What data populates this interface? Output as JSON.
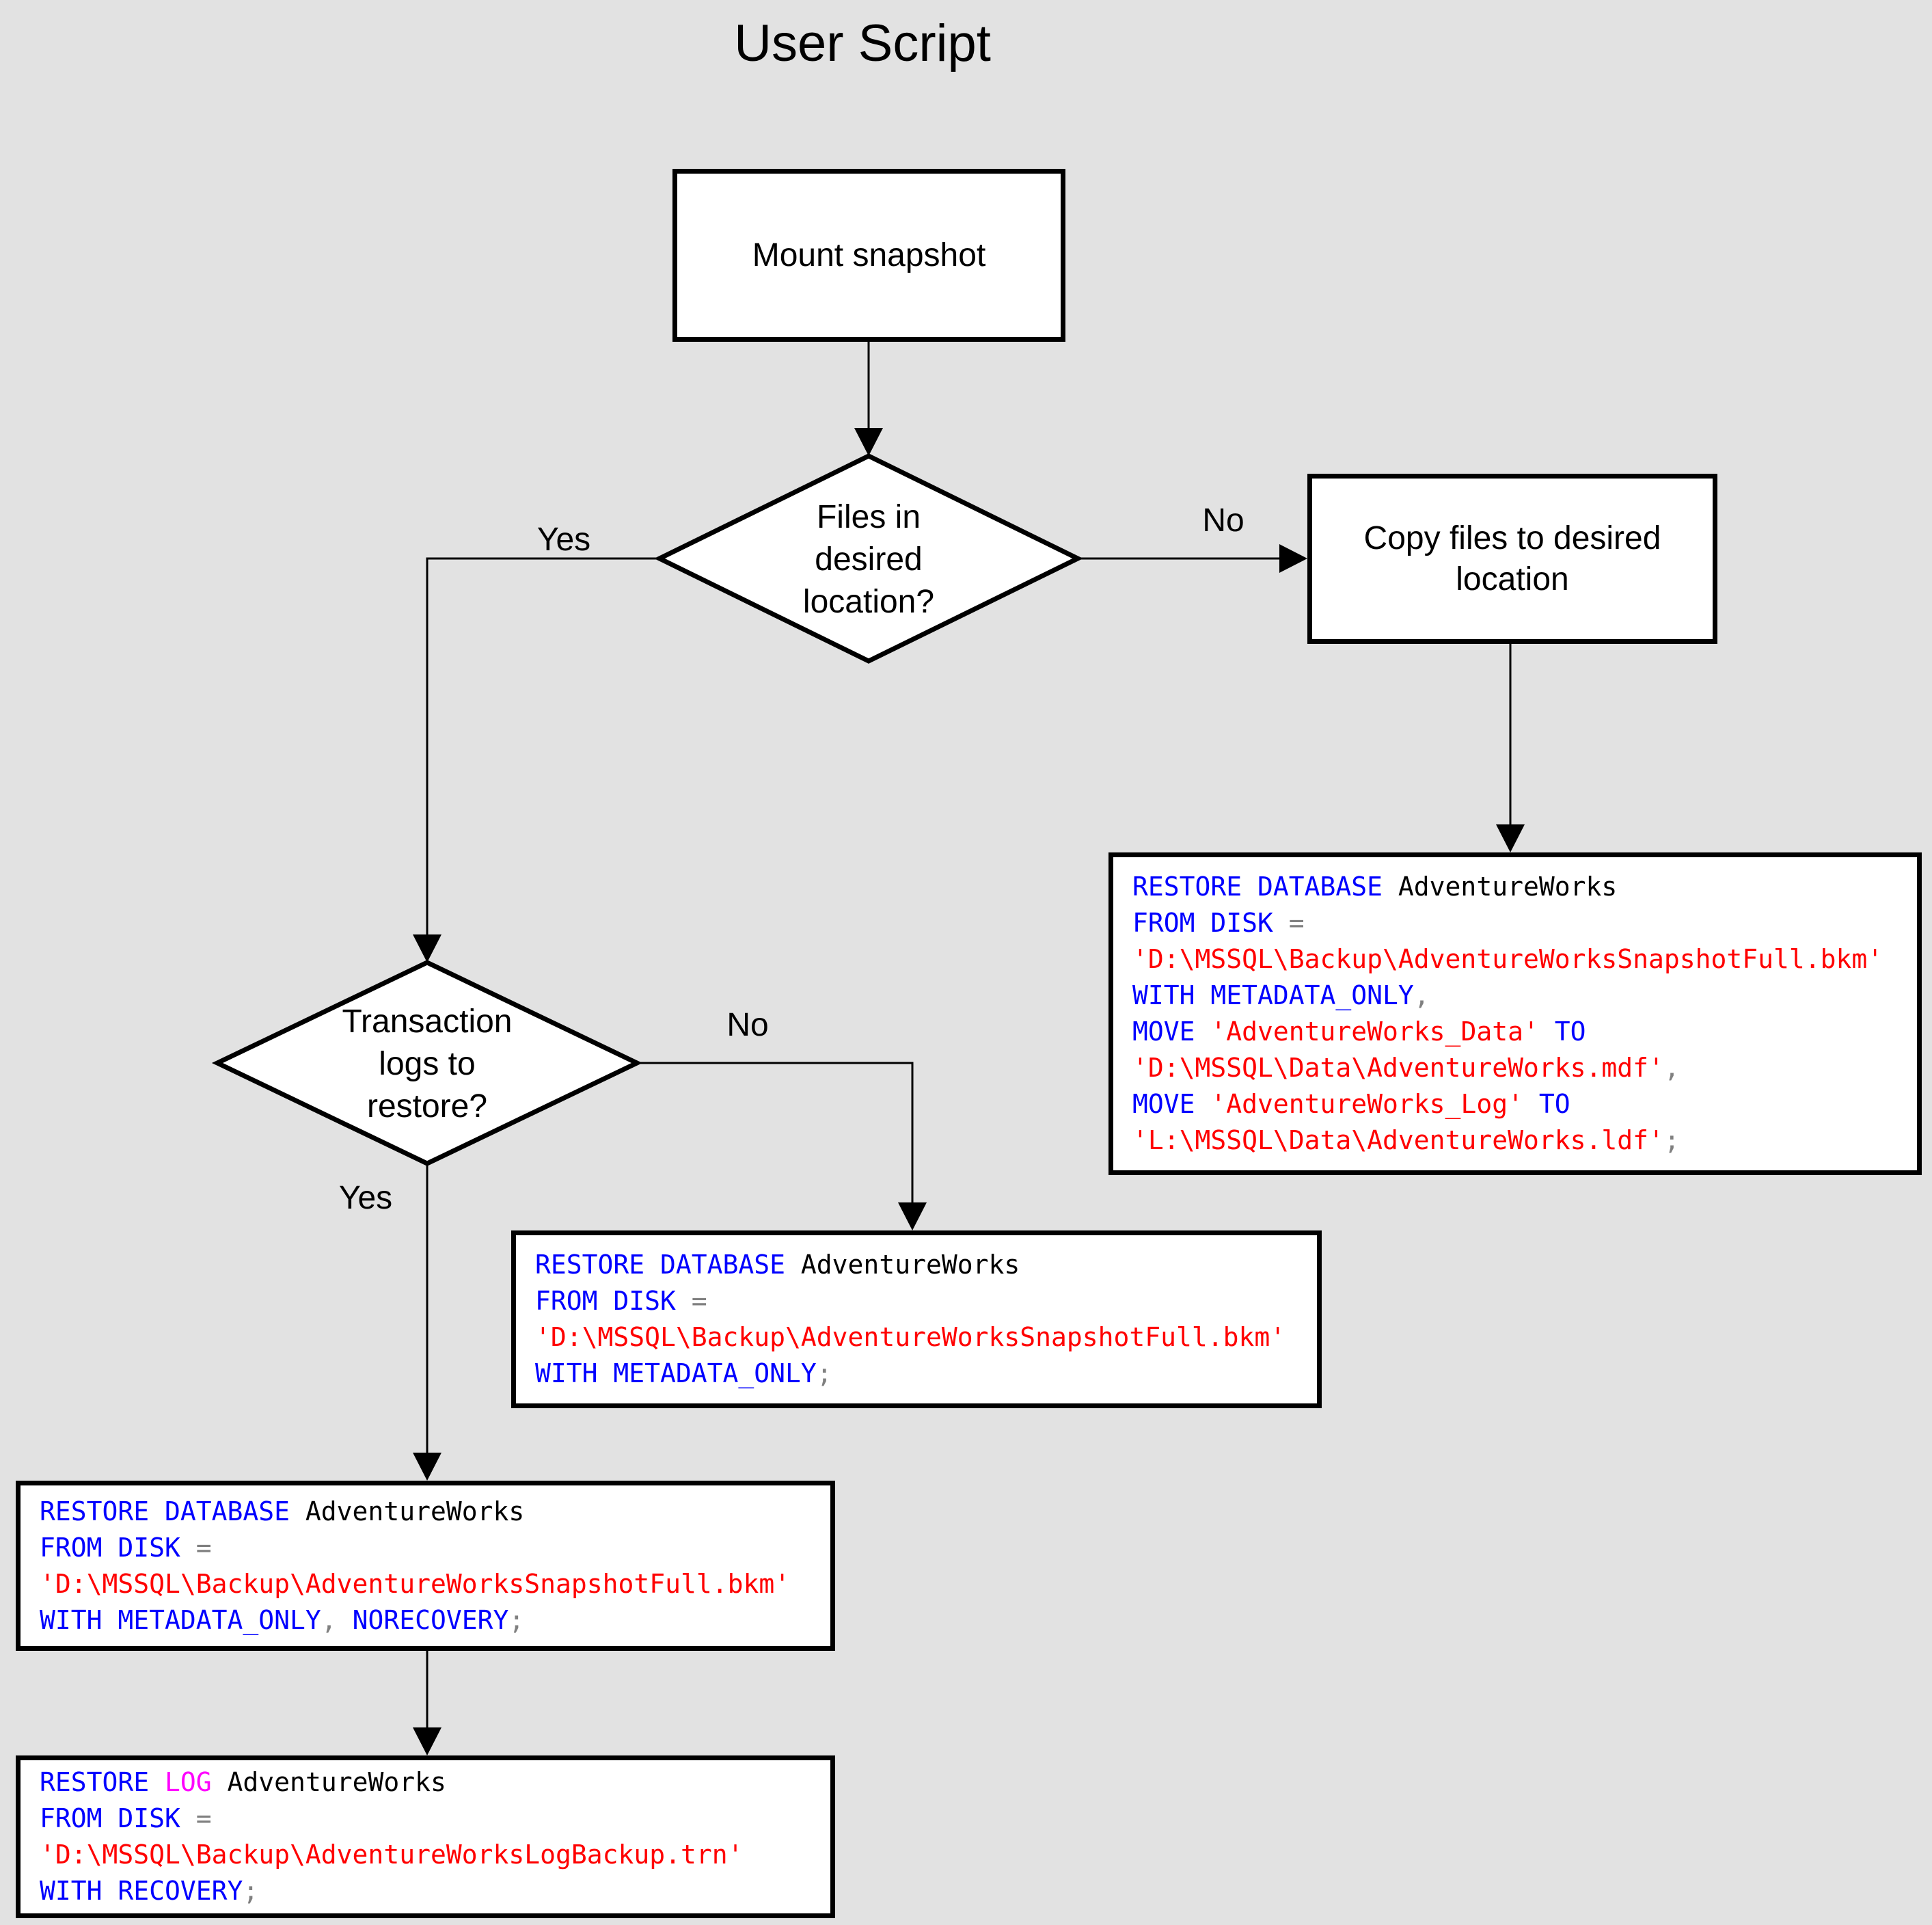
{
  "title": "User Script",
  "colors": {
    "background": "#E2E2E2",
    "node_fill": "#FFFFFF",
    "line": "#000000",
    "keyword": "#0000FF",
    "string": "#FF0000",
    "identifier": "#000000",
    "operator": "#808080",
    "log_keyword": "#FF00FF"
  },
  "nodes": {
    "mount": {
      "label": "Mount snapshot"
    },
    "files_decision": {
      "lines": [
        "Files in",
        "desired",
        "location?"
      ]
    },
    "copy": {
      "lines": [
        "Copy files to desired",
        "location"
      ]
    },
    "logs_decision": {
      "lines": [
        "Transaction",
        "logs to",
        "restore?"
      ]
    }
  },
  "edge_labels": {
    "files_yes": "Yes",
    "files_no": "No",
    "logs_no": "No",
    "logs_yes": "Yes"
  },
  "code_boxes": {
    "copy_restore": {
      "lines": [
        [
          {
            "c": "kw",
            "t": "RESTORE DATABASE"
          },
          {
            "c": "id",
            "t": " AdventureWorks"
          }
        ],
        [
          {
            "c": "kw",
            "t": "FROM DISK"
          },
          {
            "c": "op",
            "t": " ="
          }
        ],
        [
          {
            "c": "str",
            "t": "'D:\\MSSQL\\Backup\\AdventureWorksSnapshotFull.bkm'"
          }
        ],
        [
          {
            "c": "kw",
            "t": "WITH METADATA_ONLY"
          },
          {
            "c": "op",
            "t": ","
          }
        ],
        [
          {
            "c": "kw",
            "t": "MOVE "
          },
          {
            "c": "str",
            "t": "'AdventureWorks_Data'"
          },
          {
            "c": "kw",
            "t": " TO"
          }
        ],
        [
          {
            "c": "str",
            "t": "'D:\\MSSQL\\Data\\AdventureWorks.mdf'"
          },
          {
            "c": "op",
            "t": ","
          }
        ],
        [
          {
            "c": "kw",
            "t": "MOVE "
          },
          {
            "c": "str",
            "t": "'AdventureWorks_Log'"
          },
          {
            "c": "kw",
            "t": " TO"
          }
        ],
        [
          {
            "c": "str",
            "t": "'L:\\MSSQL\\Data\\AdventureWorks.ldf'"
          },
          {
            "c": "op",
            "t": ";"
          }
        ]
      ]
    },
    "no_logs_restore": {
      "lines": [
        [
          {
            "c": "kw",
            "t": "RESTORE DATABASE"
          },
          {
            "c": "id",
            "t": " AdventureWorks"
          }
        ],
        [
          {
            "c": "kw",
            "t": "FROM DISK"
          },
          {
            "c": "op",
            "t": " ="
          }
        ],
        [
          {
            "c": "str",
            "t": "'D:\\MSSQL\\Backup\\AdventureWorksSnapshotFull.bkm'"
          }
        ],
        [
          {
            "c": "kw",
            "t": "WITH METADATA_ONLY"
          },
          {
            "c": "op",
            "t": ";"
          }
        ]
      ]
    },
    "yes_logs_restore": {
      "lines": [
        [
          {
            "c": "kw",
            "t": "RESTORE DATABASE"
          },
          {
            "c": "id",
            "t": " AdventureWorks"
          }
        ],
        [
          {
            "c": "kw",
            "t": "FROM DISK"
          },
          {
            "c": "op",
            "t": " ="
          }
        ],
        [
          {
            "c": "str",
            "t": "'D:\\MSSQL\\Backup\\AdventureWorksSnapshotFull.bkm'"
          }
        ],
        [
          {
            "c": "kw",
            "t": "WITH METADATA_ONLY"
          },
          {
            "c": "op",
            "t": ","
          },
          {
            "c": "kw",
            "t": " NORECOVERY"
          },
          {
            "c": "op",
            "t": ";"
          }
        ]
      ]
    },
    "log_restore": {
      "lines": [
        [
          {
            "c": "kw",
            "t": "RESTORE "
          },
          {
            "c": "log",
            "t": "LOG"
          },
          {
            "c": "id",
            "t": " AdventureWorks"
          }
        ],
        [
          {
            "c": "kw",
            "t": "FROM DISK"
          },
          {
            "c": "op",
            "t": " ="
          }
        ],
        [
          {
            "c": "str",
            "t": "'D:\\MSSQL\\Backup\\AdventureWorksLogBackup.trn'"
          }
        ],
        [
          {
            "c": "kw",
            "t": "WITH RECOVERY"
          },
          {
            "c": "op",
            "t": ";"
          }
        ]
      ]
    }
  }
}
